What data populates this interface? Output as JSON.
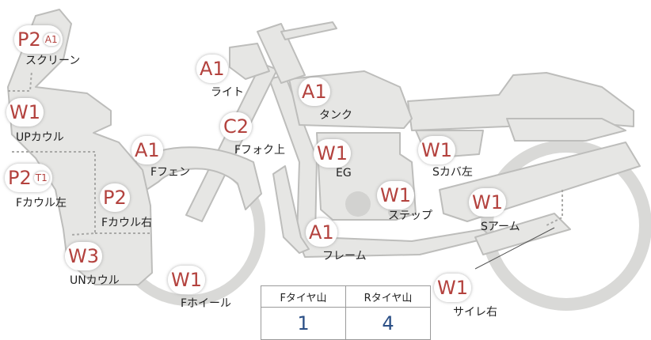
{
  "parts": [
    {
      "id": "screen",
      "code": "P2",
      "sub": "A1",
      "label": "スクリーン"
    },
    {
      "id": "light",
      "code": "A1",
      "sub": "",
      "label": "ライト"
    },
    {
      "id": "tank",
      "code": "A1",
      "sub": "",
      "label": "タンク"
    },
    {
      "id": "up-cowl",
      "code": "W1",
      "sub": "",
      "label": "UPカウル"
    },
    {
      "id": "front-fork",
      "code": "C2",
      "sub": "",
      "label": "Fフォク上"
    },
    {
      "id": "front-fender",
      "code": "A1",
      "sub": "",
      "label": "Fフェン"
    },
    {
      "id": "engine",
      "code": "W1",
      "sub": "",
      "label": "EG"
    },
    {
      "id": "side-cover",
      "code": "W1",
      "sub": "",
      "label": "Sカバ左"
    },
    {
      "id": "f-cowl-left",
      "code": "P2",
      "sub": "T1",
      "label": "Fカウル左"
    },
    {
      "id": "f-cowl-right",
      "code": "P2",
      "sub": "",
      "label": "Fカウル右"
    },
    {
      "id": "step",
      "code": "W1",
      "sub": "",
      "label": "ステップ"
    },
    {
      "id": "swing-arm",
      "code": "W1",
      "sub": "",
      "label": "Sアーム"
    },
    {
      "id": "frame",
      "code": "A1",
      "sub": "",
      "label": "フレーム"
    },
    {
      "id": "under-cowl",
      "code": "W3",
      "sub": "",
      "label": "UNカウル"
    },
    {
      "id": "front-wheel",
      "code": "W1",
      "sub": "",
      "label": "Fホイール"
    },
    {
      "id": "silencer",
      "code": "W1",
      "sub": "",
      "label": "サイレ右"
    }
  ],
  "tire_table": {
    "headers": [
      "Fタイヤ山",
      "Rタイヤ山"
    ],
    "values": [
      "1",
      "4"
    ]
  },
  "colors": {
    "marker_code": "#b3423e",
    "tire_value": "#2b4f86",
    "bike_fill": "#e6e6e4",
    "bike_stroke": "#bdbdbb"
  }
}
